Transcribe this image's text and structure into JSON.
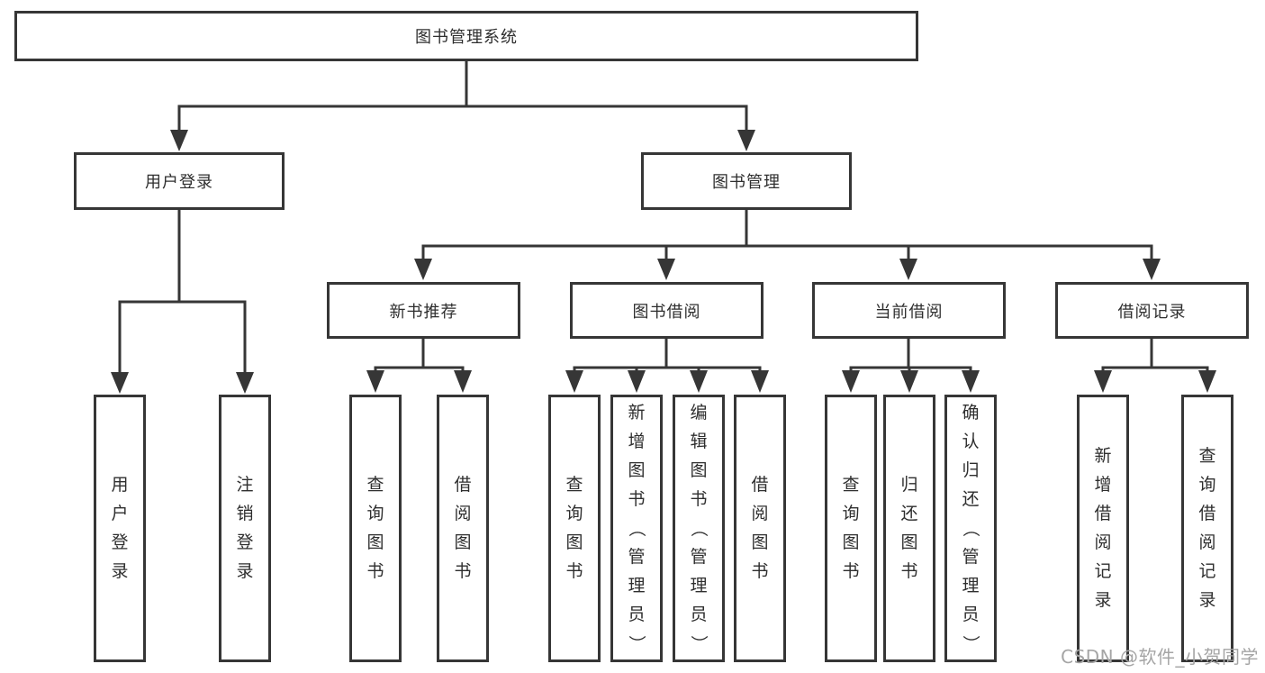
{
  "diagram_title": "图书管理系统",
  "watermark": "CSDN @软件_小贺同学",
  "colors": {
    "line": "#363636",
    "box_border": "#363636",
    "box_fill": "#ffffff",
    "text": "#2e2e2e",
    "watermark": "#a5a5a5",
    "background": "#ffffff"
  },
  "tree": {
    "root": {
      "label": "图书管理系统"
    },
    "level2": [
      {
        "label": "用户登录",
        "children": [
          "用户登录",
          "注销登录"
        ]
      },
      {
        "label": "图书管理",
        "children": [
          {
            "label": "新书推荐",
            "children": [
              "查询图书",
              "借阅图书"
            ]
          },
          {
            "label": "图书借阅",
            "children": [
              "查询图书",
              "新增图书（管理员）",
              "编辑图书（管理员）",
              "借阅图书"
            ]
          },
          {
            "label": "当前借阅",
            "children": [
              "查询图书",
              "归还图书",
              "确认归还（管理员）"
            ]
          },
          {
            "label": "借阅记录",
            "children": [
              "新增借阅记录",
              "查询借阅记录"
            ]
          }
        ]
      }
    ]
  }
}
